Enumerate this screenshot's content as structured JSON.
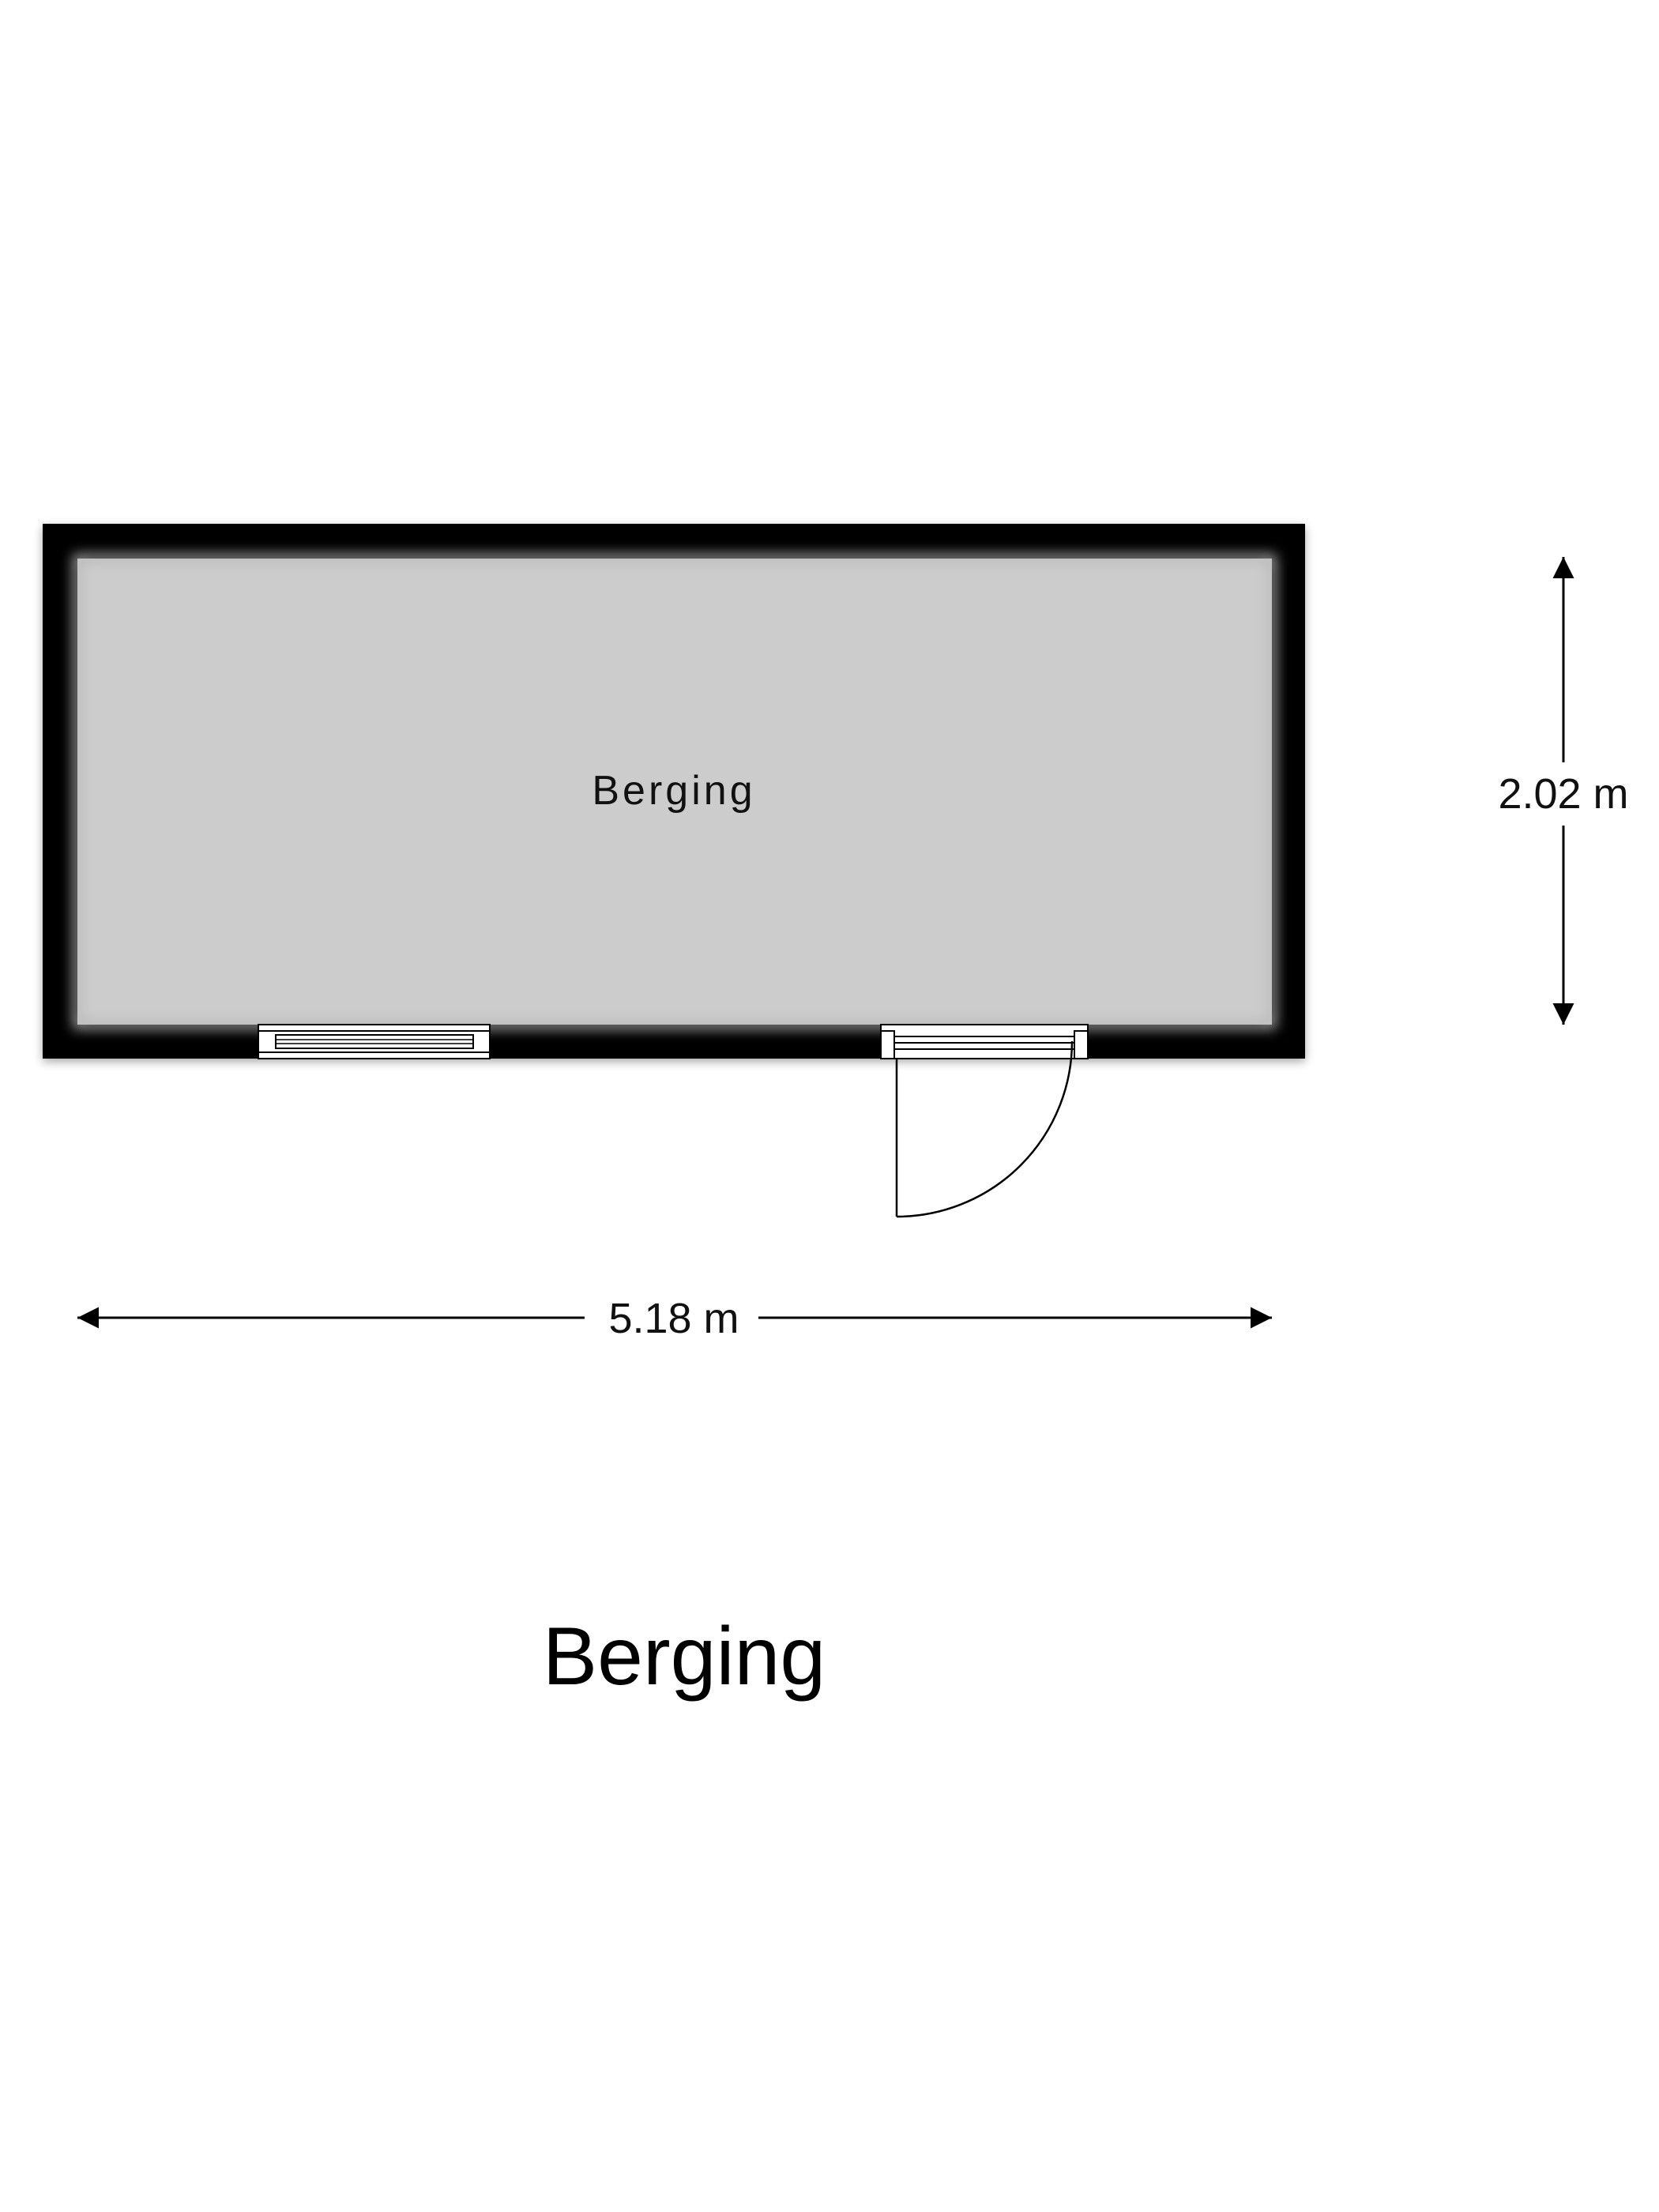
{
  "room": {
    "label": "Berging"
  },
  "dimensions": {
    "width_label": "5.18 m",
    "depth_label": "2.02 m"
  },
  "plan": {
    "title": "Berging"
  },
  "colors": {
    "wall": "#000000",
    "floor": "#cccccc",
    "background": "#ffffff",
    "line": "#000000"
  }
}
